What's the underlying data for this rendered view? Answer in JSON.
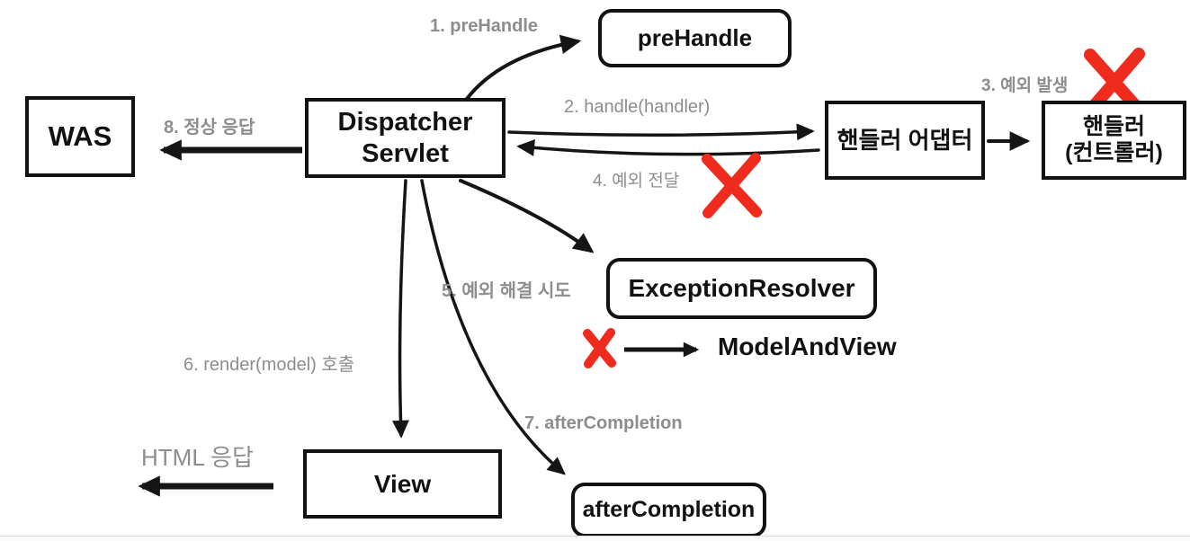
{
  "diagram": {
    "nodes": {
      "was": {
        "label": "WAS"
      },
      "dispatcher": {
        "line1": "Dispatcher",
        "line2": "Servlet"
      },
      "prehandle": {
        "label": "preHandle"
      },
      "handler_adapter": {
        "label": "핸들러 어댑터"
      },
      "handler": {
        "line1": "핸들러",
        "line2": "(컨트롤러)"
      },
      "exception_resolver": {
        "label": "ExceptionResolver"
      },
      "model_and_view": {
        "label": "ModelAndView"
      },
      "view": {
        "label": "View"
      },
      "after_completion": {
        "label": "afterCompletion"
      }
    },
    "edge_labels": {
      "step1": "1. preHandle",
      "step2": "2. handle(handler)",
      "step3": "3. 예외 발생",
      "step4": "4. 예외 전달",
      "step5": "5. 예외 해결 시도",
      "step6": "6. render(model) 호출",
      "step7": "7. afterCompletion",
      "step8": "8. 정상 응답",
      "html_response": "HTML 응답"
    },
    "colors": {
      "stroke_black": "#151515",
      "label_gray": "#8d8d8d",
      "error_red": "#ee2b1c"
    }
  }
}
